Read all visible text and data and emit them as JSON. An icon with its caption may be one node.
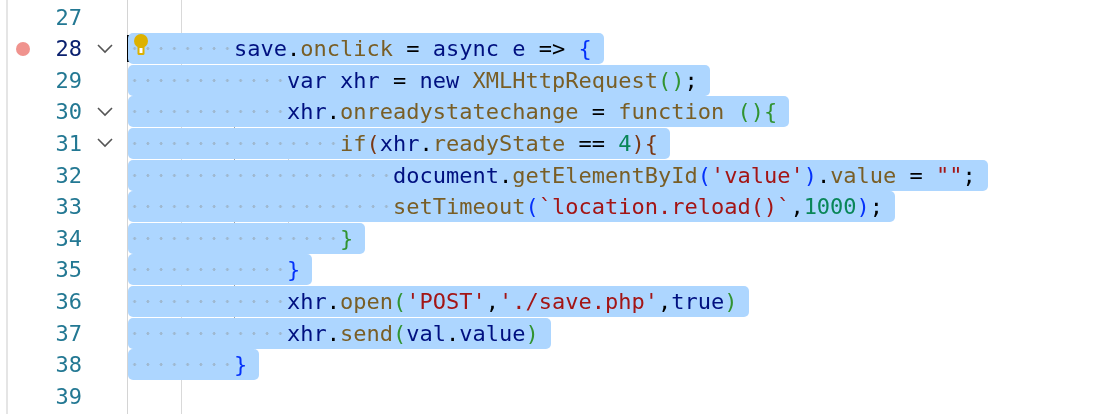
{
  "diagram": {
    "labels": [
      "27",
      "28",
      "save.onclick = async e => {",
      "29",
      "var xhr = new XMLHttpRequest();",
      "30",
      "xhr.onreadystatechange = function (){",
      "31",
      "if(xhr.readyState == 4){",
      "32",
      "document.getElementById('value').value = \"\";",
      "33",
      "setTimeout(`location.reload()`,1000);",
      "34",
      "}",
      "35",
      "}",
      "36",
      "xhr.open('POST','./save.php',true)",
      "37",
      "xhr.send(val.value)",
      "38",
      "}",
      "39"
    ]
  }
}
